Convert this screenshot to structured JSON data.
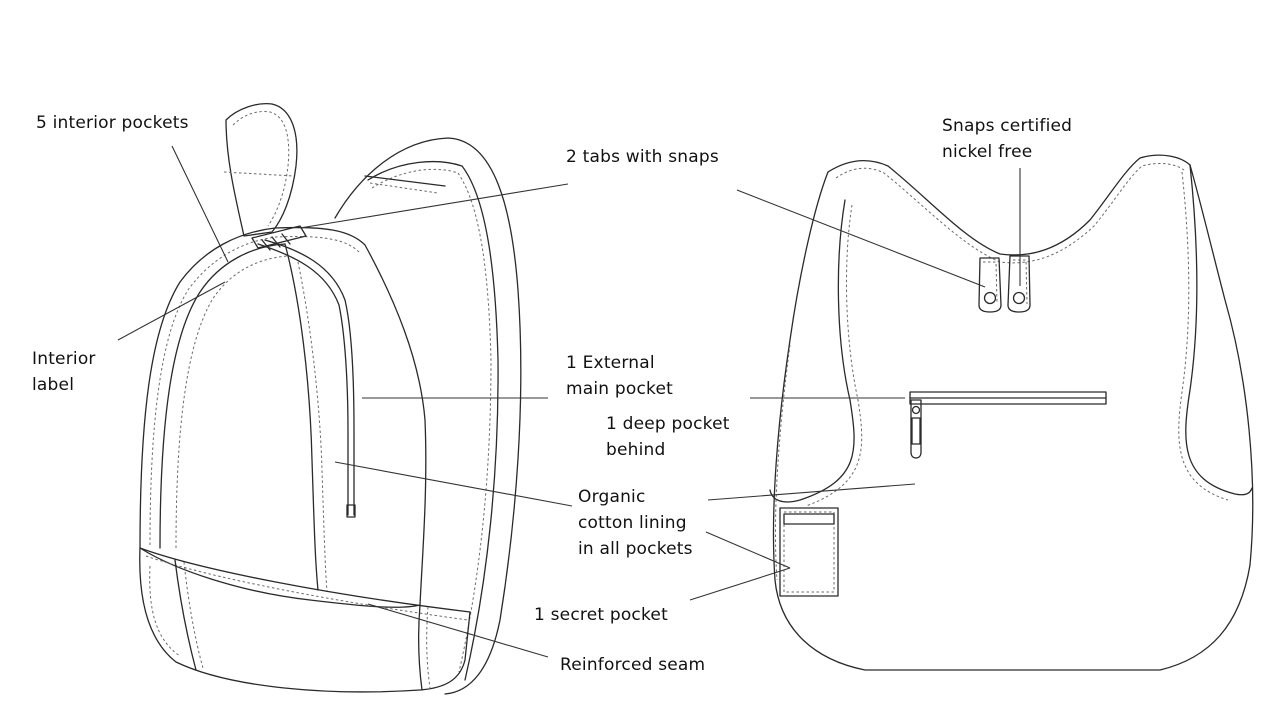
{
  "labels": {
    "interior_pockets": "5 interior pockets",
    "tabs_snaps": "2 tabs with snaps",
    "snaps_certified_1": "Snaps certified",
    "snaps_certified_2": "nickel free",
    "interior_label_1": "Interior",
    "interior_label_2": "label",
    "external_pocket_1": "1 External",
    "external_pocket_2": "main pocket",
    "deep_pocket_1": "1 deep pocket",
    "deep_pocket_2": "behind",
    "lining_1": "Organic",
    "lining_2": "cotton lining",
    "lining_3": "in all pockets",
    "secret_pocket": "1 secret pocket",
    "reinforced_seam": "Reinforced seam"
  }
}
